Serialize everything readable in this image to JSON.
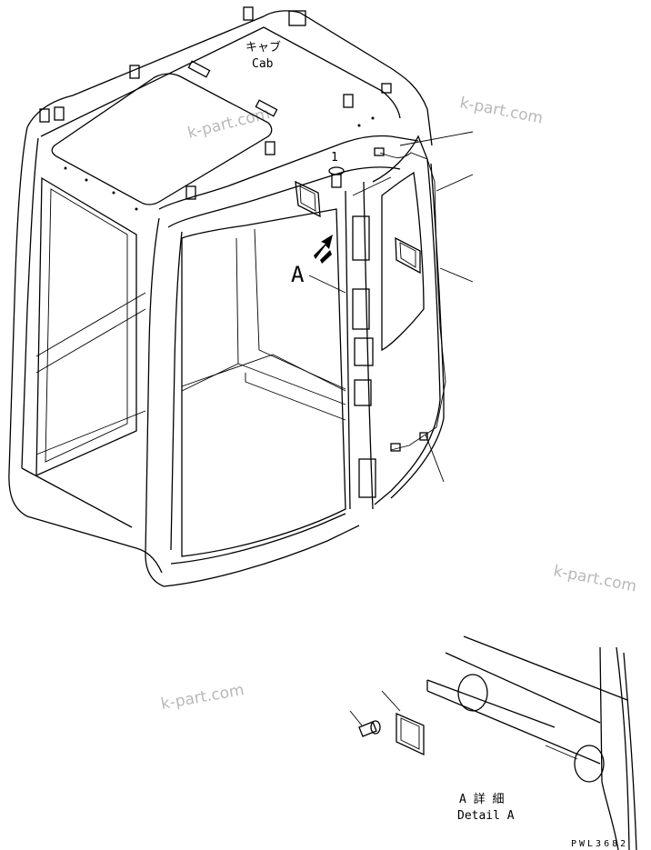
{
  "cab_label": {
    "ja": "キャブ",
    "en": "Cab"
  },
  "view_marker": "A",
  "callout_1": "1",
  "detail_label": {
    "ja": "A 詳 細",
    "en": "Detail A"
  },
  "drawing_code": "PWL3682",
  "watermark": "k-part.com"
}
